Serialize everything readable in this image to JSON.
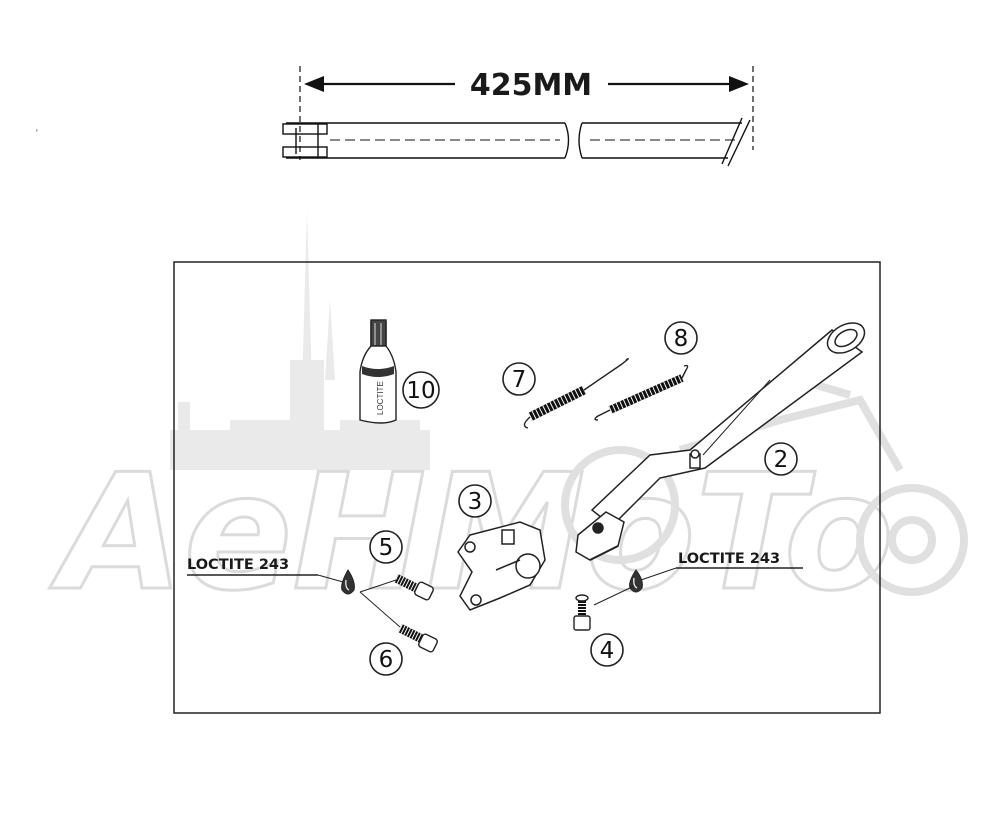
{
  "dimension": {
    "label": "425MM"
  },
  "adhesive_labels": {
    "left": "LOCTITE 243",
    "right": "LOCTITE 243"
  },
  "bottle": {
    "text": "LOCTITE"
  },
  "callouts": {
    "p2": "2",
    "p3": "3",
    "p4": "4",
    "p5": "5",
    "p6": "6",
    "p7": "7",
    "p8": "8",
    "p10": "10"
  },
  "watermark": {
    "text": "AeHMoTo",
    "color": "#b8b8b8"
  }
}
